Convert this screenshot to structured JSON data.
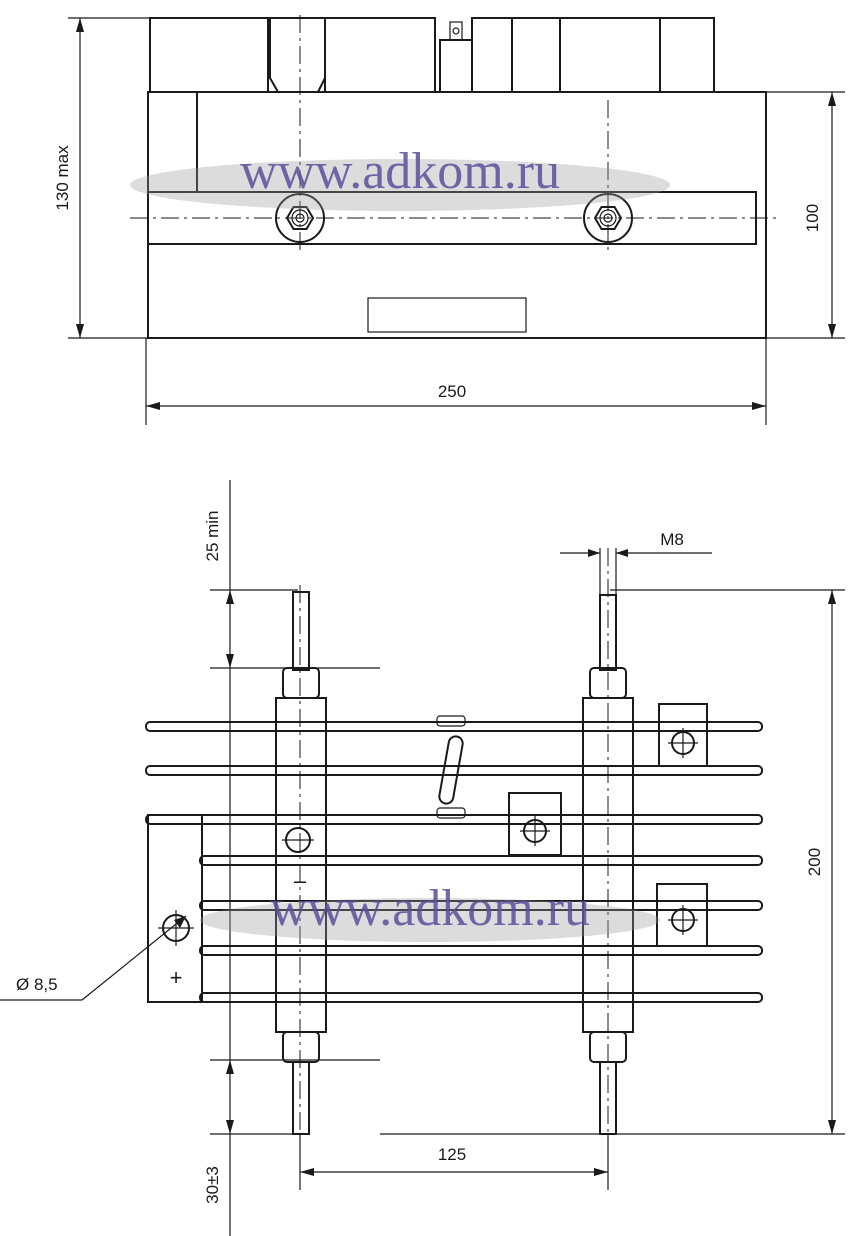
{
  "watermark": {
    "text": "www.adkom.ru",
    "color": "#5b4f9b"
  },
  "top_view": {
    "dimensions": {
      "height_max": "130 max",
      "body_height": "100",
      "width": "250"
    }
  },
  "bottom_view": {
    "dimensions": {
      "stud_length": "25 min",
      "thread": "M8",
      "height": "200",
      "hole_diameter": "Ø 8,5",
      "pitch": "125",
      "stud_protrusion": "30±3"
    },
    "polarity": {
      "negative": "–",
      "positive": "+"
    }
  }
}
